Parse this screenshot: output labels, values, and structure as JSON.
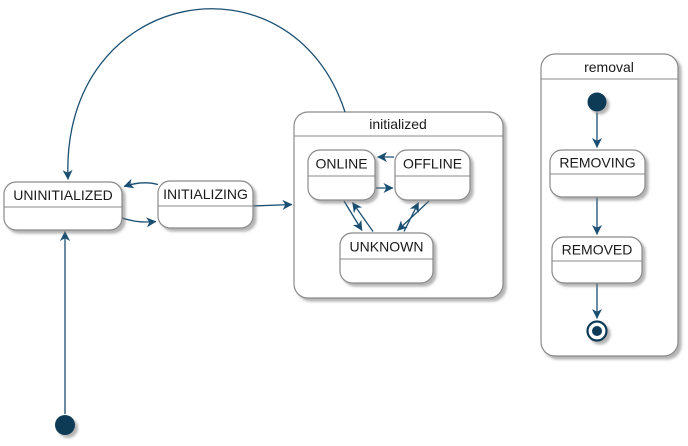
{
  "diagram": {
    "kind": "uml-state-machine",
    "background": "#ffffff"
  },
  "colors": {
    "arrow": "#1b4f72",
    "pseudostate_fill": "#0f3a57",
    "state_border": "#8a8a8a",
    "state_fill": "#ffffff",
    "text": "#1a1a1a"
  },
  "states": {
    "uninitialized": {
      "label": "UNINITIALIZED"
    },
    "initializing": {
      "label": "INITIALIZING"
    },
    "initialized_group": {
      "label": "initialized"
    },
    "online": {
      "label": "ONLINE"
    },
    "offline": {
      "label": "OFFLINE"
    },
    "unknown": {
      "label": "UNKNOWN"
    },
    "removal_group": {
      "label": "removal"
    },
    "removing": {
      "label": "REMOVING"
    },
    "removed": {
      "label": "REMOVED"
    }
  },
  "pseudostates": {
    "main_initial": "initial",
    "removal_initial": "initial",
    "removal_final": "final"
  },
  "transitions": [
    {
      "from": "initial",
      "to": "UNINITIALIZED"
    },
    {
      "from": "UNINITIALIZED",
      "to": "INITIALIZING"
    },
    {
      "from": "INITIALIZING",
      "to": "UNINITIALIZED"
    },
    {
      "from": "INITIALIZING",
      "to": "initialized"
    },
    {
      "from": "initialized",
      "to": "UNINITIALIZED"
    },
    {
      "from": "OFFLINE",
      "to": "ONLINE"
    },
    {
      "from": "ONLINE",
      "to": "OFFLINE"
    },
    {
      "from": "ONLINE",
      "to": "UNKNOWN"
    },
    {
      "from": "UNKNOWN",
      "to": "ONLINE"
    },
    {
      "from": "OFFLINE",
      "to": "UNKNOWN"
    },
    {
      "from": "UNKNOWN",
      "to": "OFFLINE"
    },
    {
      "from": "removal initial",
      "to": "REMOVING"
    },
    {
      "from": "REMOVING",
      "to": "REMOVED"
    },
    {
      "from": "REMOVED",
      "to": "final"
    }
  ]
}
